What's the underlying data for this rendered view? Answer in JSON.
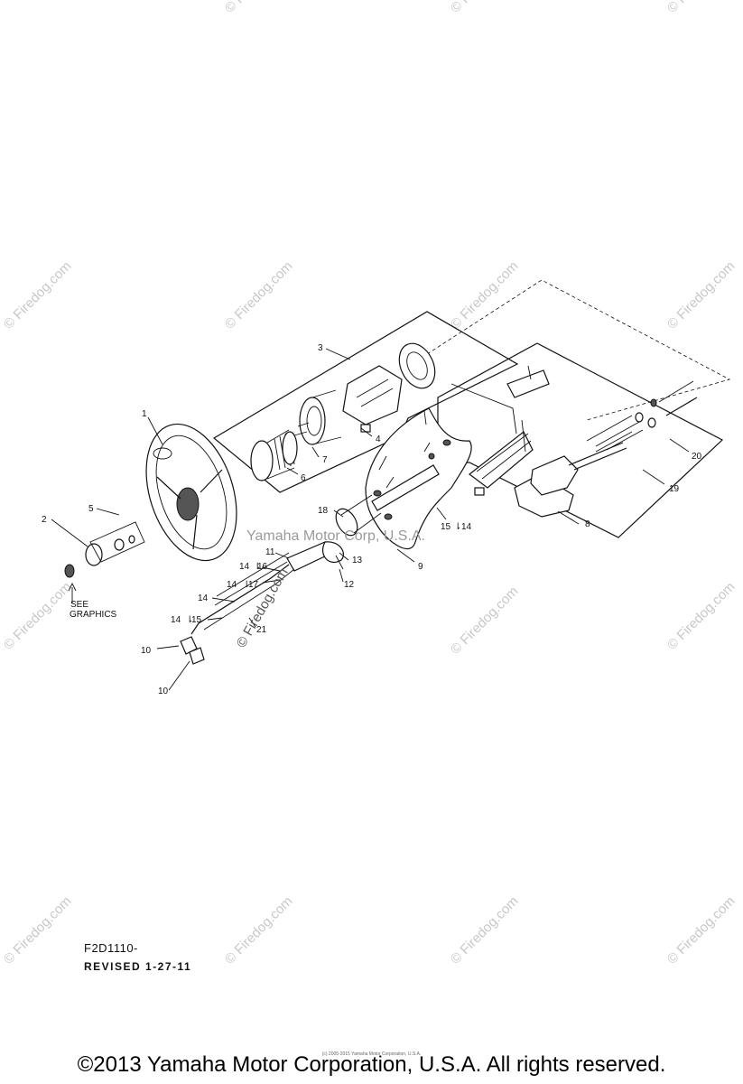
{
  "diagram": {
    "callouts": [
      "1",
      "2",
      "3",
      "4",
      "5",
      "6",
      "7",
      "8",
      "9",
      "10",
      "10",
      "11",
      "12",
      "13",
      "14",
      "14",
      "16",
      "14",
      "17",
      "14",
      "15",
      "15",
      "14",
      "18",
      "19",
      "20",
      "21"
    ],
    "see_graphics": [
      "SEE",
      "GRAPHICS"
    ]
  },
  "watermark_text": "© Firedog.com",
  "center_watermark": "Yamaha Motor Corp, U.S.A.",
  "footer": {
    "code": "F2D1110-",
    "revised": "REVISED 1-27-11",
    "tiny_copyright": "(c) 2005-2015 Yamaha Motor Corporation, U.S.A.",
    "copyright": "©2013 Yamaha Motor Corporation, U.S.A. All rights reserved."
  }
}
